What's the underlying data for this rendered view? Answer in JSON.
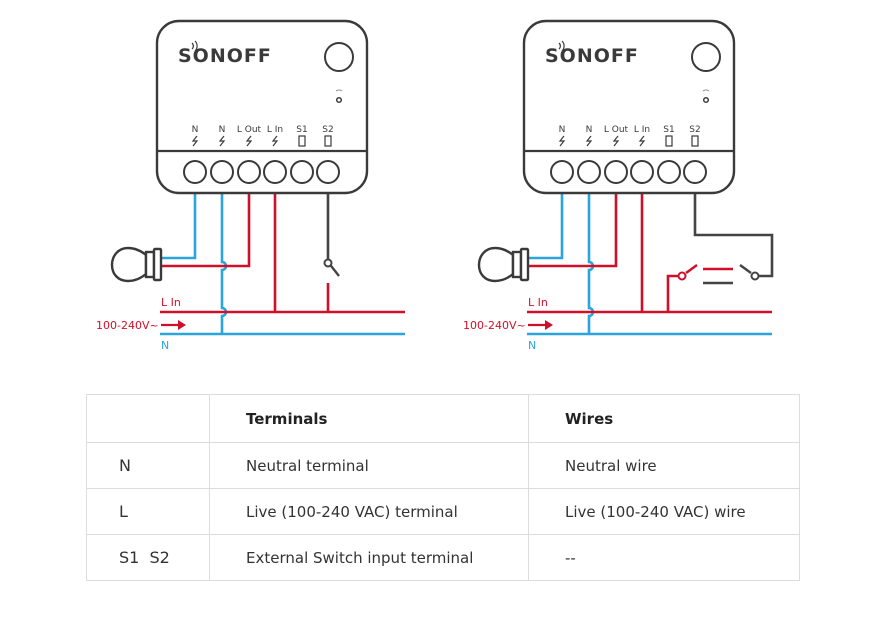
{
  "diagrams": [
    {
      "brand": "SONOFF",
      "terminals": [
        "N",
        "N",
        "L Out",
        "L In",
        "S1",
        "S2"
      ],
      "line_label": "L In",
      "voltage_label": "100-240V~",
      "neutral_label": "N",
      "switch_type": "single"
    },
    {
      "brand": "SONOFF",
      "terminals": [
        "N",
        "N",
        "L Out",
        "L In",
        "S1",
        "S2"
      ],
      "line_label": "L In",
      "voltage_label": "100-240V~",
      "neutral_label": "N",
      "switch_type": "two-way"
    }
  ],
  "colors": {
    "live": "#d0102a",
    "neutral": "#2aa4dc",
    "switch_wire": "#444444",
    "outline": "#3a3a3a"
  },
  "table": {
    "headers": [
      "",
      "Terminals",
      "Wires"
    ],
    "rows": [
      [
        "N",
        "Neutral terminal",
        "Neutral wire"
      ],
      [
        "L",
        "Live (100-240 VAC) terminal",
        "Live (100-240 VAC) wire"
      ],
      [
        "S1  S2",
        "External Switch input terminal",
        "--"
      ]
    ]
  }
}
